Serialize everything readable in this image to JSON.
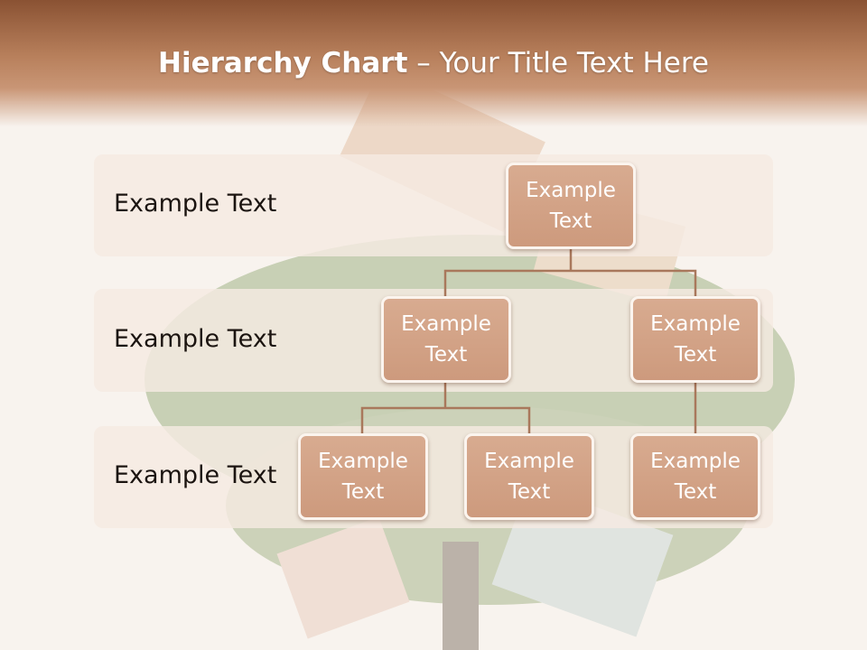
{
  "slide": {
    "title_bold": "Hierarchy Chart",
    "title_separator": " – ",
    "title_rest": "Your Title Text Here"
  },
  "levels": [
    {
      "label": "Example Text"
    },
    {
      "label": "Example Text"
    },
    {
      "label": "Example Text"
    }
  ],
  "nodes": {
    "root": "Example Text",
    "level2_left": "Example Text",
    "level2_right": "Example Text",
    "level3_left": "Example Text",
    "level3_middle": "Example Text",
    "level3_right": "Example Text"
  },
  "colors": {
    "header": "#8a5233",
    "node_fill": "#d2a185",
    "connector": "#a9785c",
    "band": "#f5eae2"
  }
}
